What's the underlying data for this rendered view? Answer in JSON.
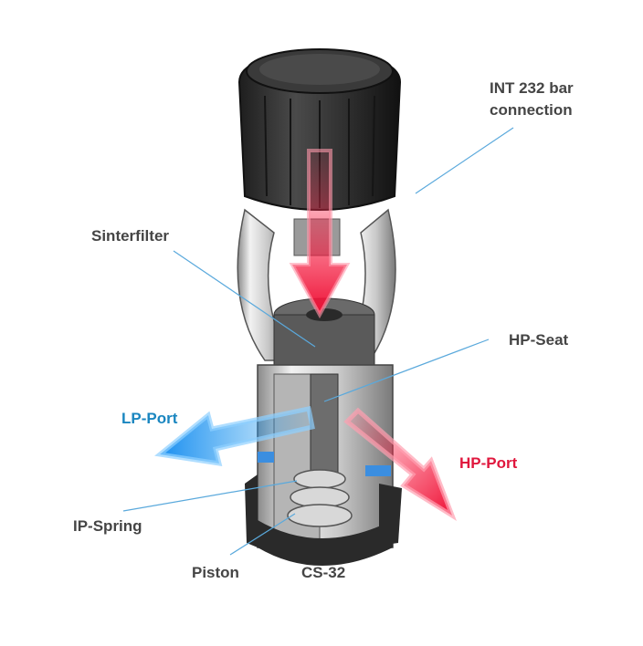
{
  "title": "CS-32",
  "labels": {
    "int_line1": "INT 232 bar",
    "int_line2": "connection",
    "sinterfilter": "Sinterfilter",
    "hp_seat": "HP-Seat",
    "lp_port": "LP-Port",
    "hp_port": "HP-Port",
    "ip_spring": "IP-Spring",
    "piston": "Piston",
    "model": "CS-32"
  },
  "colors": {
    "text": "#454545",
    "lp_blue": "#1a86c0",
    "hp_red": "#e0173d",
    "leader": "#5aa9dc"
  }
}
